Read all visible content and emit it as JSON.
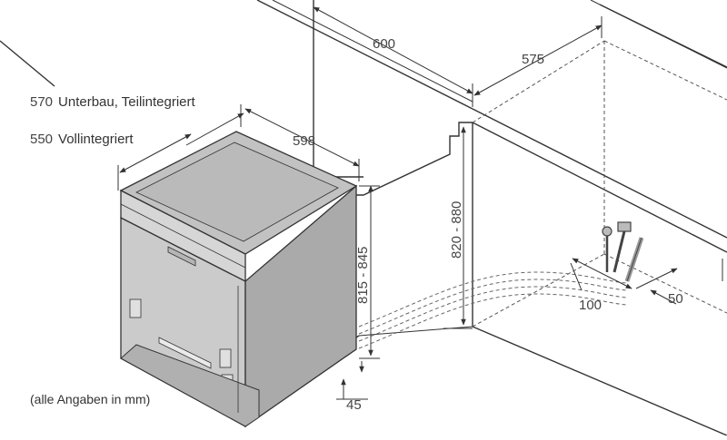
{
  "legend": {
    "items": [
      {
        "value": "570",
        "label": "Unterbau, Teilintegriert"
      },
      {
        "value": "550",
        "label": "Vollintegriert"
      }
    ],
    "note": "(alle Angaben in mm)"
  },
  "dimensions": {
    "cabinet_width": "600",
    "cabinet_depth": "575",
    "appliance_width": "598",
    "niche_height": "820 - 880",
    "appliance_height": "815 - 845",
    "plinth_offset": "45",
    "connection_width": "100",
    "connection_offset": "50"
  },
  "colors": {
    "line": "#333333",
    "appliance_front": "#c9c9c9",
    "appliance_side": "#a9a9a9",
    "appliance_top": "#bdbdbd"
  }
}
